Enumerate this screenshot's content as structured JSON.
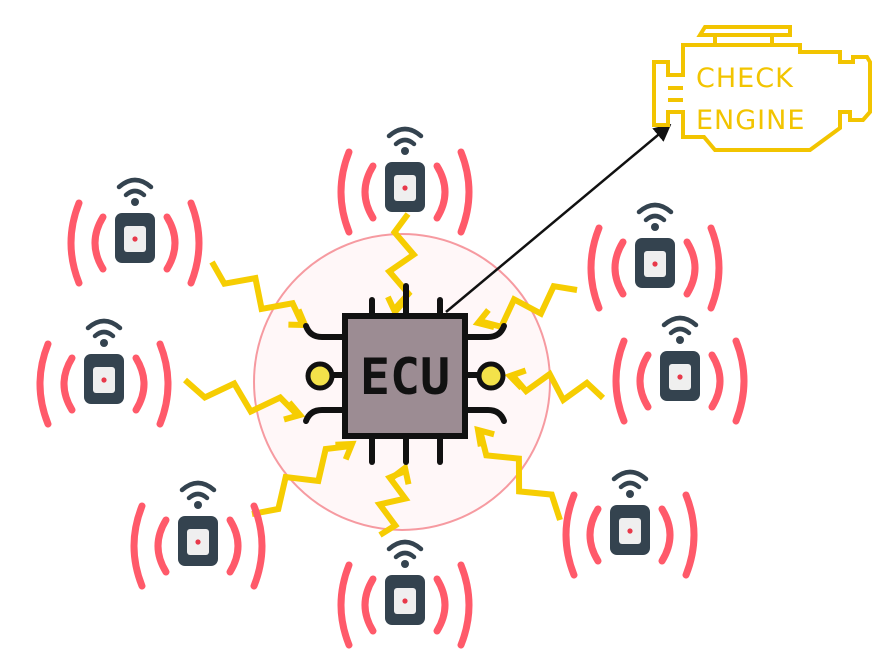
{
  "ecu": {
    "label": "ECU"
  },
  "warning_light": {
    "line1": "CHECK",
    "line2": "ENGINE",
    "icon": "check-engine-icon"
  },
  "sensors": [
    {
      "icon": "wireless-sensor-icon"
    },
    {
      "icon": "wireless-sensor-icon"
    },
    {
      "icon": "wireless-sensor-icon"
    },
    {
      "icon": "wireless-sensor-icon"
    },
    {
      "icon": "wireless-sensor-icon"
    },
    {
      "icon": "wireless-sensor-icon"
    },
    {
      "icon": "wireless-sensor-icon"
    },
    {
      "icon": "wireless-sensor-icon"
    }
  ],
  "colors": {
    "signal_waves": "#ff5a6a",
    "lightning": "#f6cd02",
    "ecu_chip": "#9c8c93",
    "sensor_body": "#34434f",
    "warning": "#f2c400",
    "range_circle": "#ef4a55"
  }
}
